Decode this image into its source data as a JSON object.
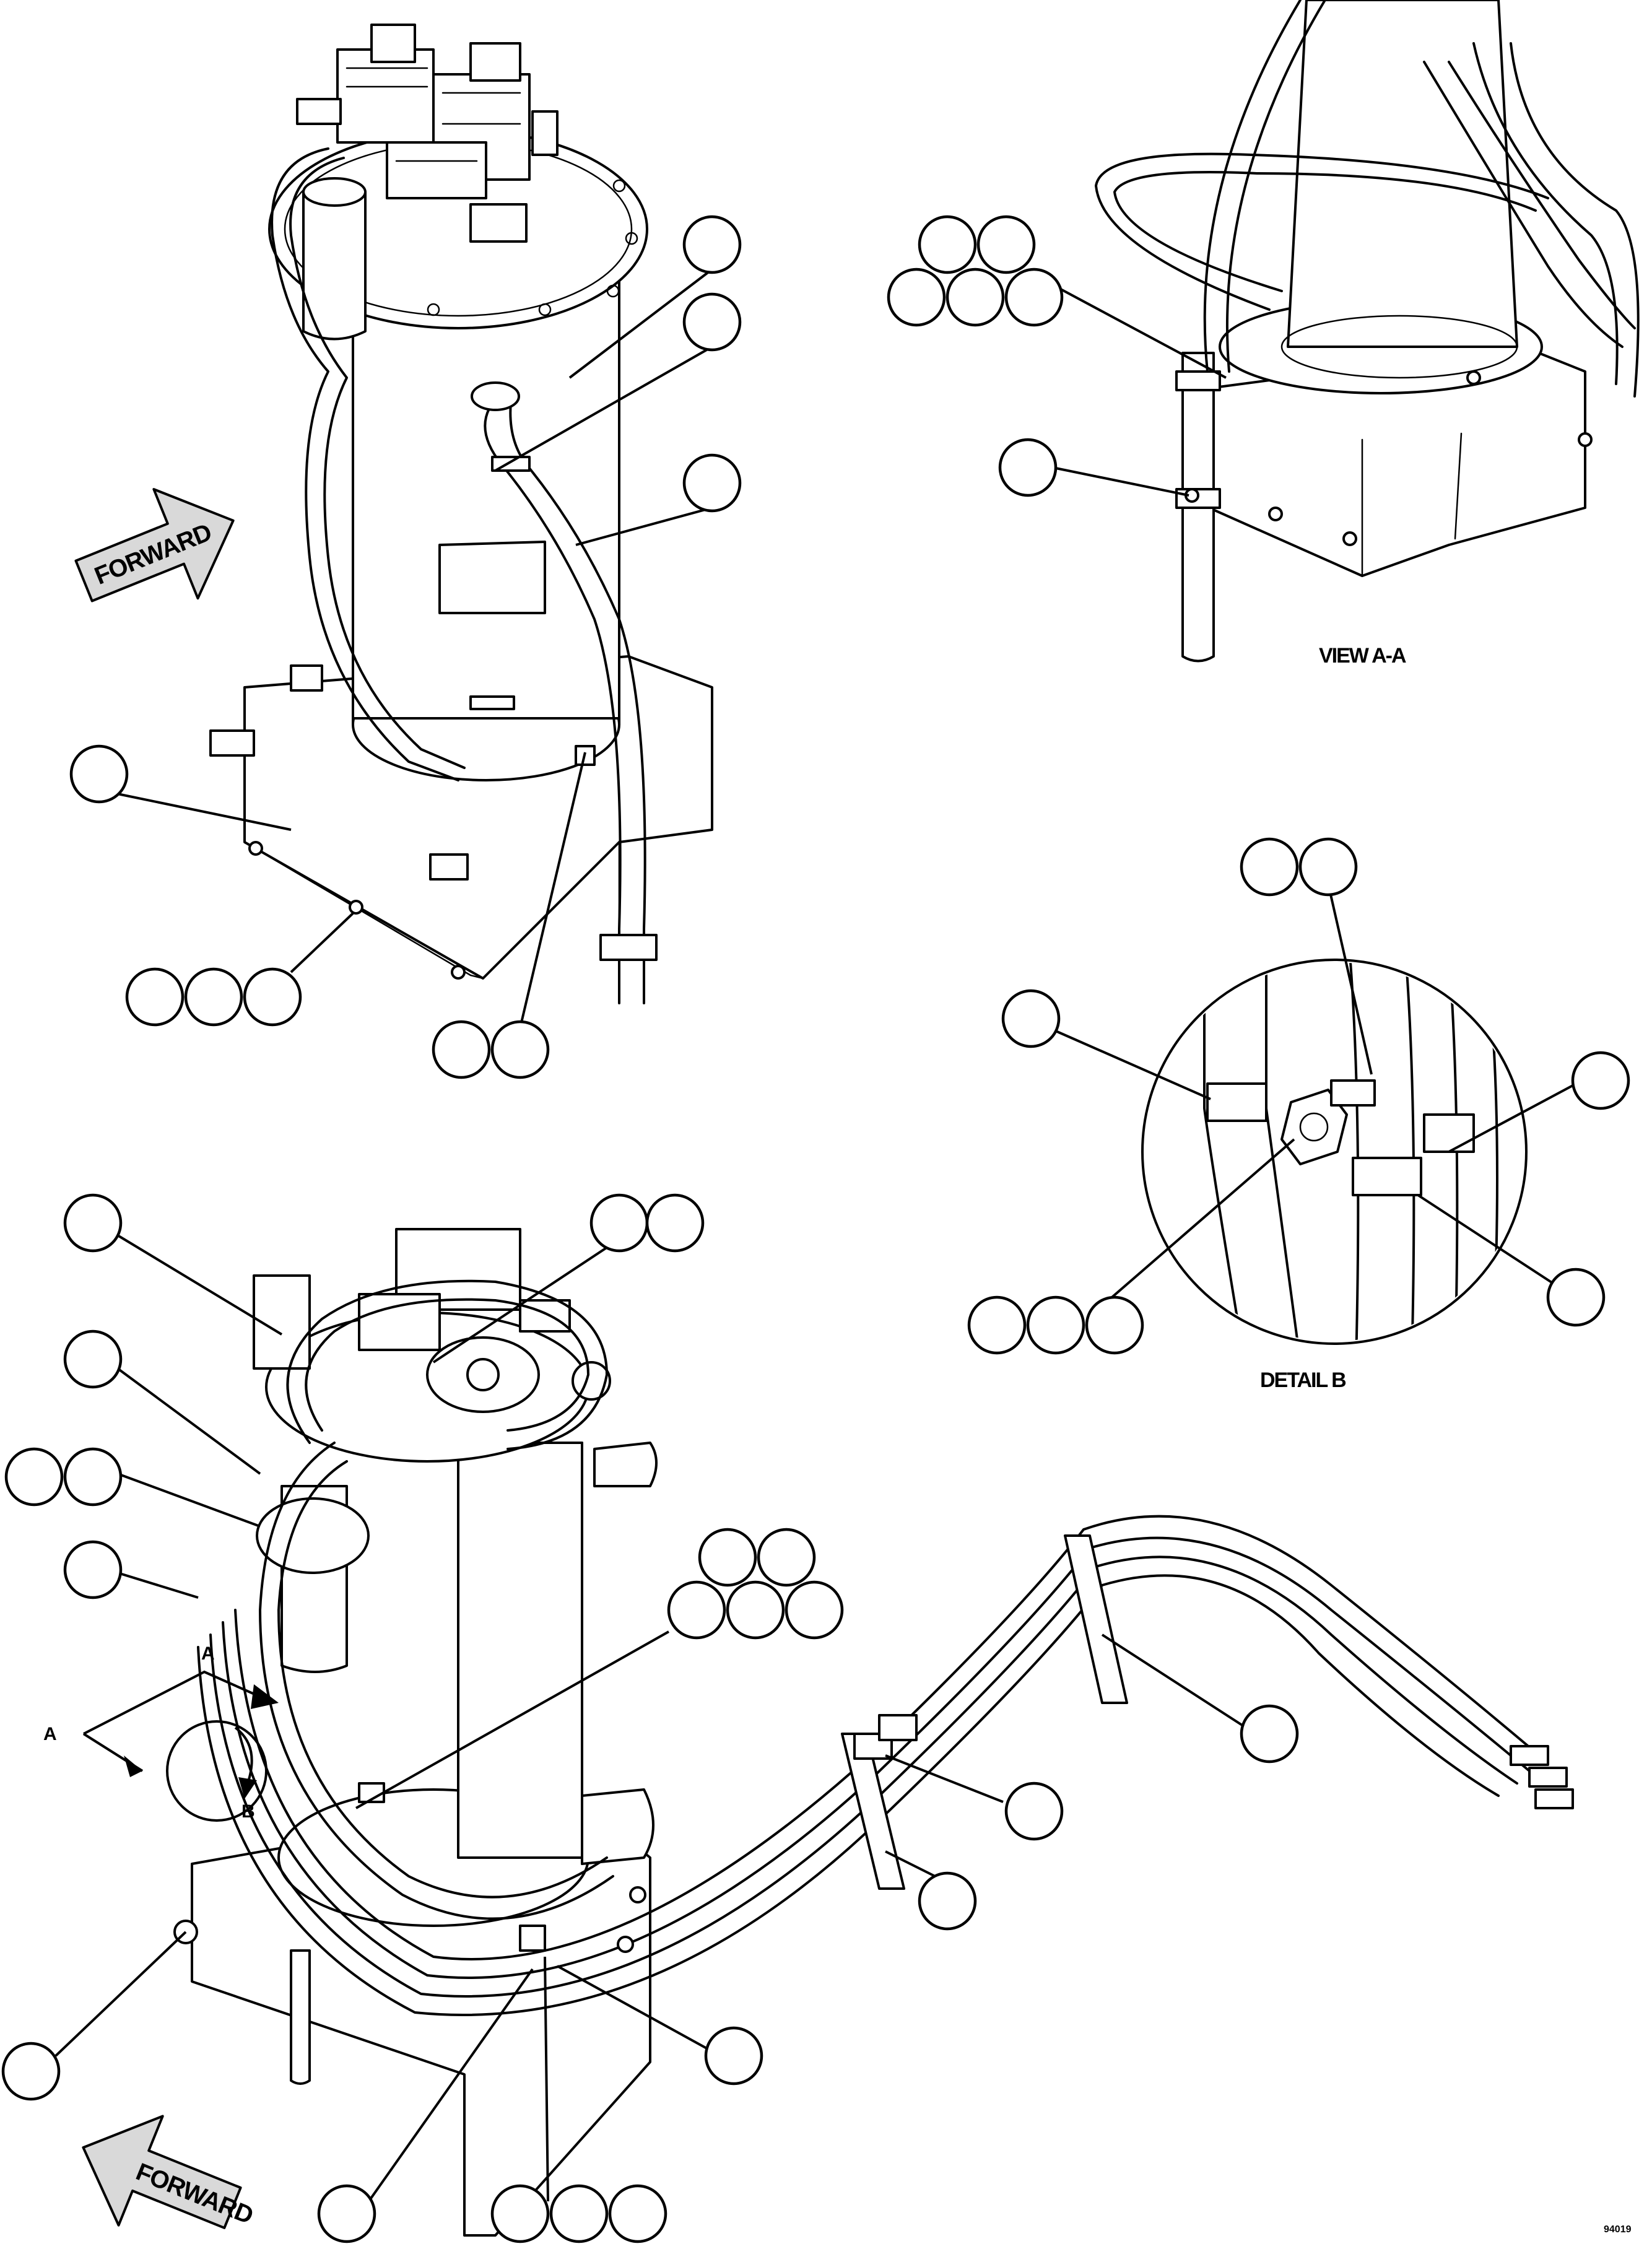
{
  "view_aa": {
    "caption": "VIEW A-A"
  },
  "detail_b": {
    "caption": "DETAIL B"
  },
  "forward_arrows": {
    "label": "FORWARD"
  },
  "section_markers": {
    "a_left": "A",
    "a_top": "A",
    "b": "B"
  },
  "drawing_code": "94019"
}
